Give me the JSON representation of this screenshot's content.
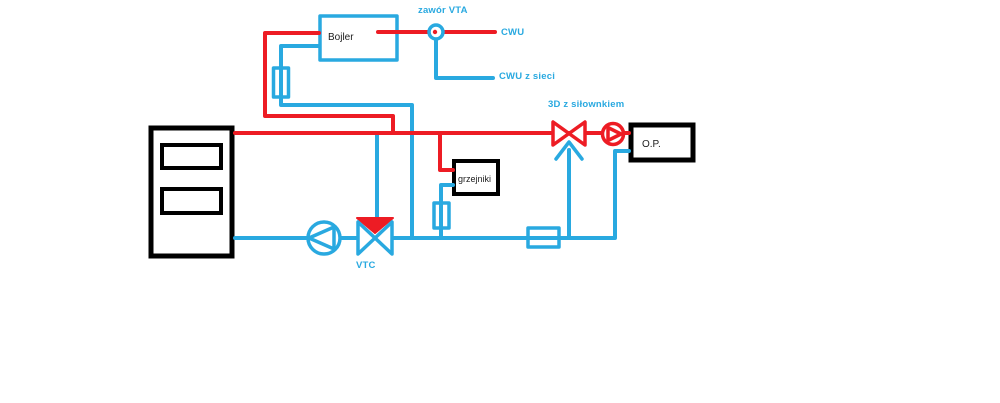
{
  "colors": {
    "red": "#ed1c24",
    "blue": "#29a9e0",
    "ink": "#000000"
  },
  "labels": {
    "zawor_vta": "zawór VTA",
    "cwu": "CWU",
    "cwu_z_sieci": "CWU z sieci",
    "silownik_3d": "3D z siłownkiem",
    "vtc": "VTC",
    "bojler": "Bojler",
    "grzejniki": "grzejniki",
    "op": "O.P."
  }
}
